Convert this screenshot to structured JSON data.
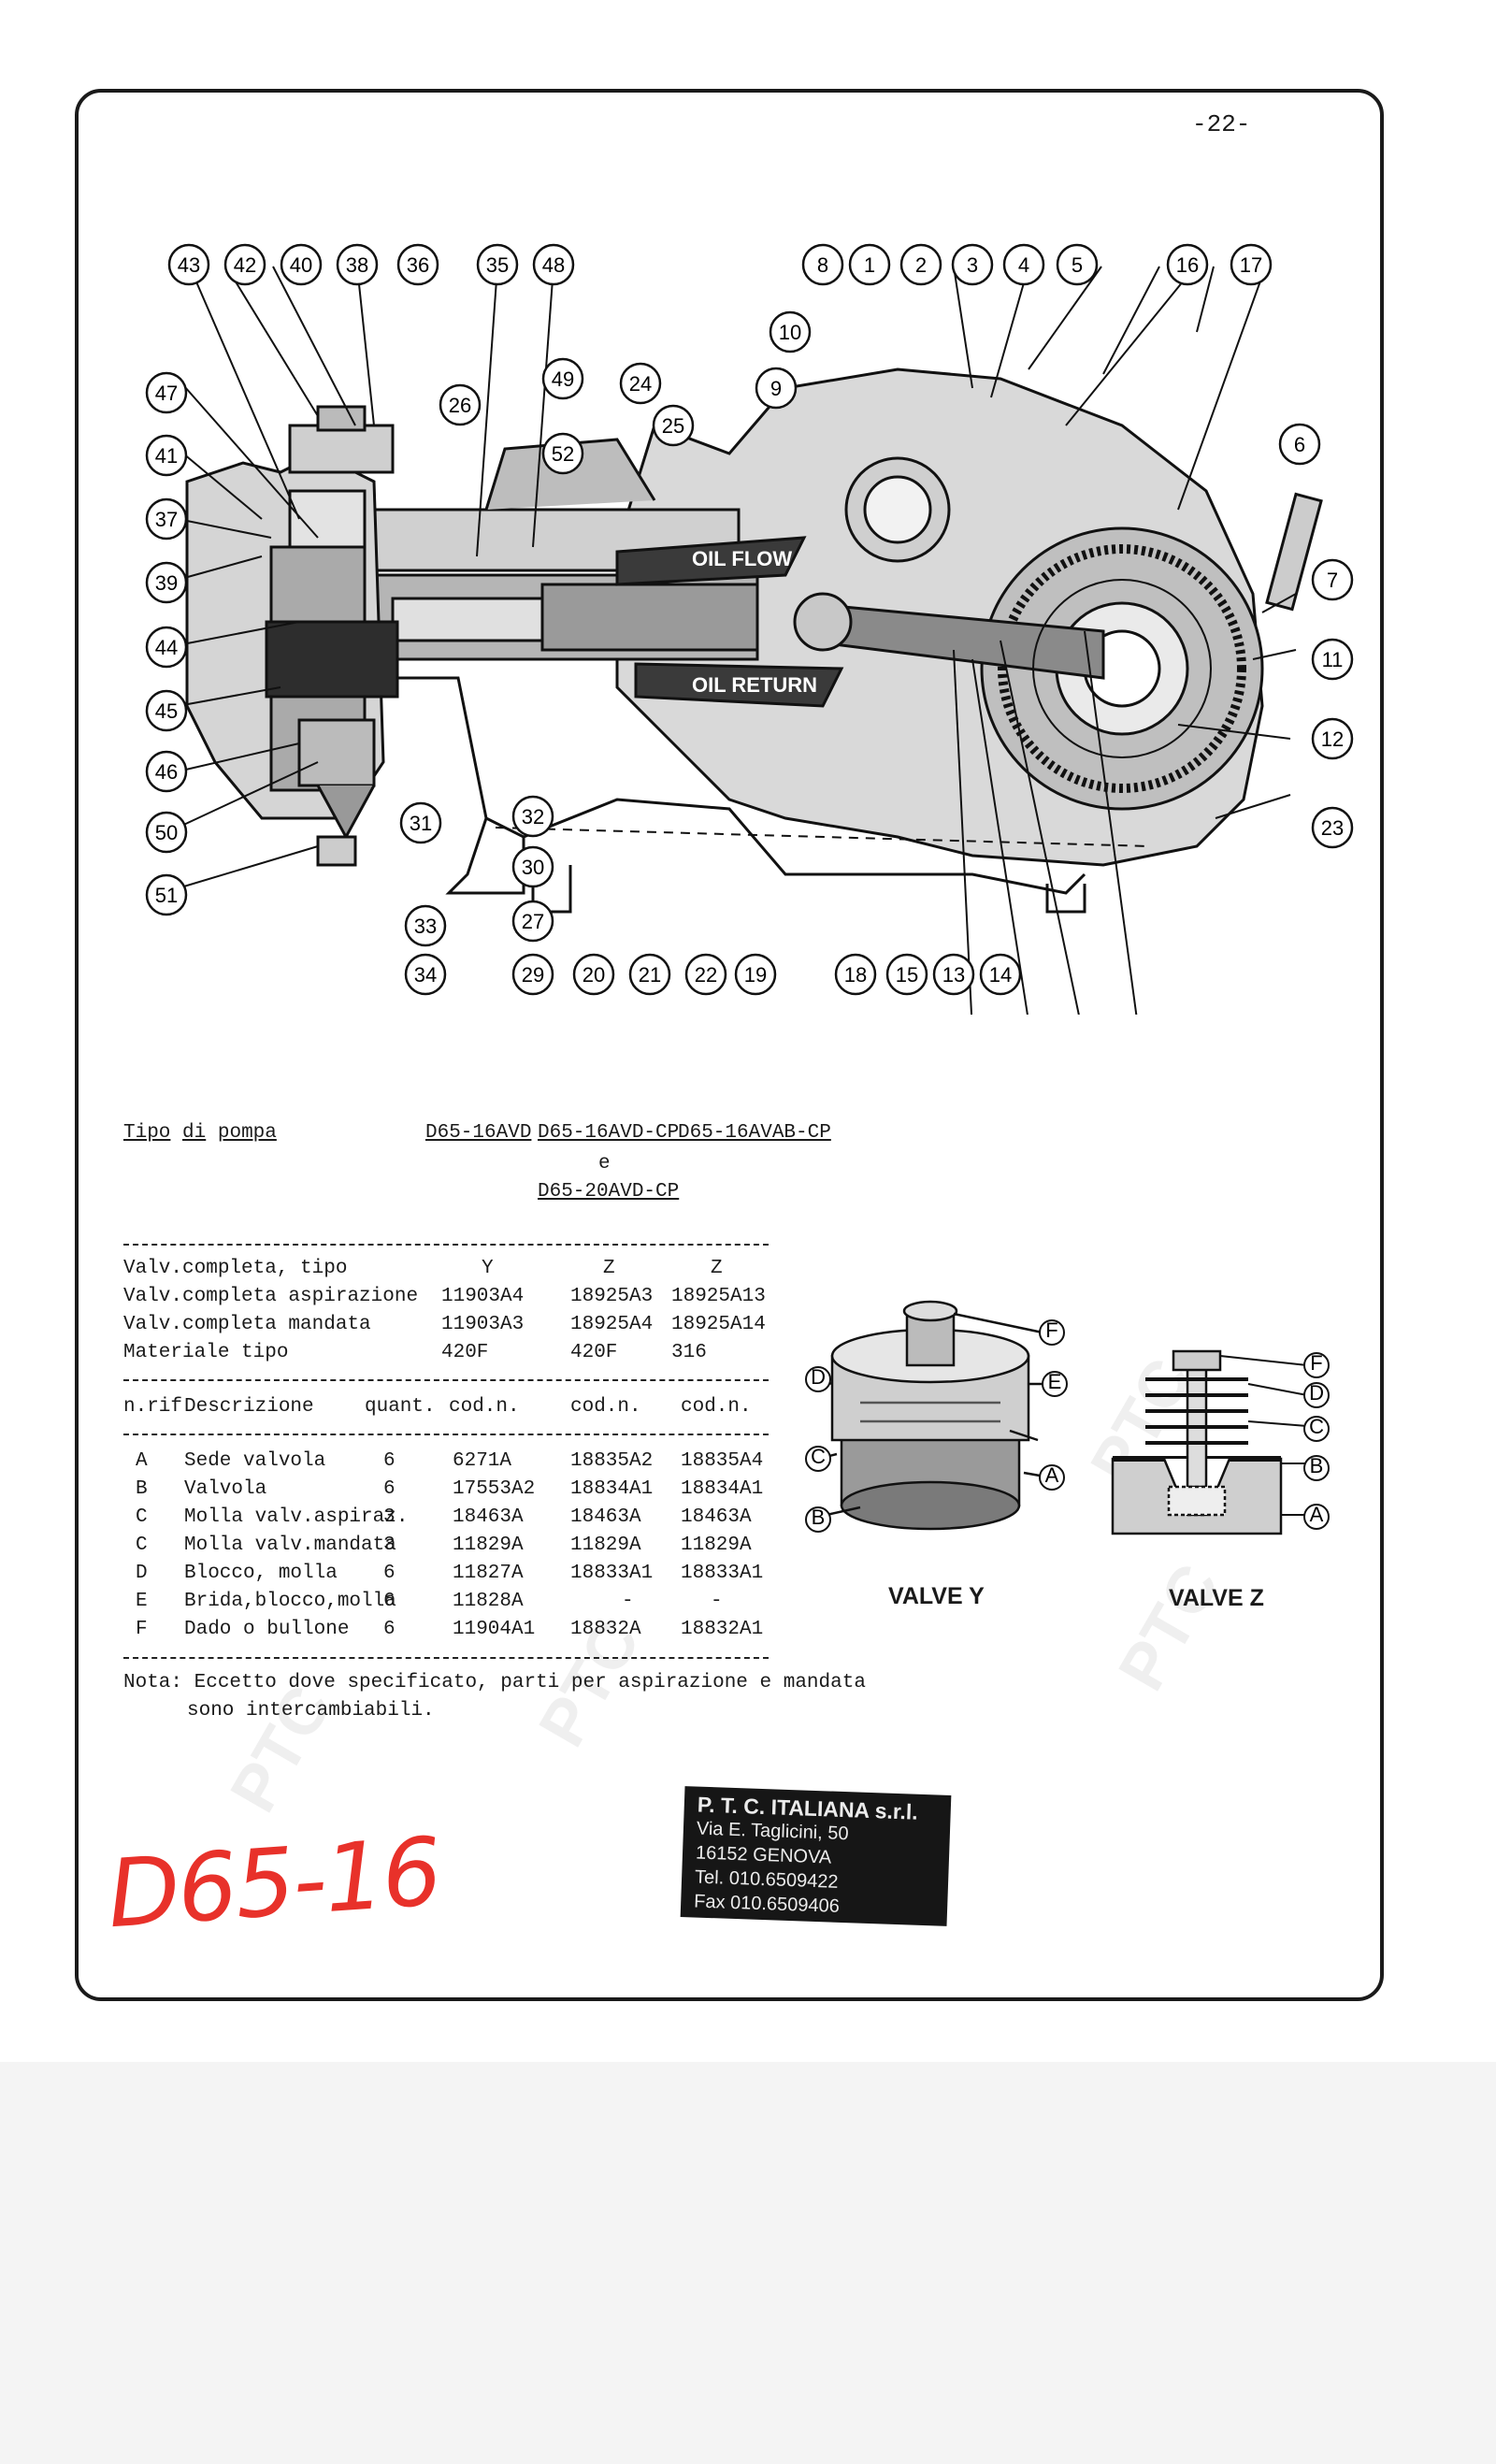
{
  "page_number": "-22-",
  "diagram": {
    "callouts": [
      "43",
      "42",
      "40",
      "38",
      "36",
      "35",
      "48",
      "49",
      "24",
      "26",
      "47",
      "41",
      "37",
      "39",
      "44",
      "45",
      "46",
      "50",
      "51",
      "52",
      "25",
      "8",
      "1",
      "2",
      "3",
      "4",
      "5",
      "10",
      "9",
      "16",
      "17",
      "6",
      "7",
      "11",
      "12",
      "23",
      "31",
      "32",
      "30",
      "27",
      "33",
      "34",
      "29",
      "20",
      "21",
      "22",
      "19",
      "18",
      "15",
      "13",
      "14"
    ],
    "flow_labels": [
      "OIL FLOW",
      "OIL RETURN"
    ]
  },
  "spec_table": {
    "pump_type_label": "Tipo di pompa",
    "pump_type_label_parts": [
      "Tipo",
      "di",
      "pompa"
    ],
    "col1": "D65-16AVD",
    "col2": "D65-16AVD-CP",
    "col2_join": "e",
    "col2_alt": "D65-20AVD-CP",
    "col3": "D65-16AVAB-CP",
    "rows": [
      {
        "label": "Valv.completa, tipo",
        "v1": "Y",
        "v2": "Z",
        "v3": "Z"
      },
      {
        "label": "Valv.completa aspirazione",
        "v1": "11903A4",
        "v2": "18925A3",
        "v3": "18925A13"
      },
      {
        "label": "Valv.completa mandata",
        "v1": "11903A3",
        "v2": "18925A4",
        "v3": "18925A14"
      },
      {
        "label": "Materiale tipo",
        "v1": "420F",
        "v2": "420F",
        "v3": "316"
      }
    ]
  },
  "parts_table": {
    "headers": {
      "ref": "n.rif",
      "desc": "Descrizione",
      "qty": "quant.",
      "c1": "cod.n.",
      "c2": "cod.n.",
      "c3": "cod.n."
    },
    "rows": [
      {
        "ref": "A",
        "desc": "Sede valvola",
        "qty": "6",
        "c1": "6271A",
        "c2": "18835A2",
        "c3": "18835A4"
      },
      {
        "ref": "B",
        "desc": "Valvola",
        "qty": "6",
        "c1": "17553A2",
        "c2": "18834A1",
        "c3": "18834A1"
      },
      {
        "ref": "C",
        "desc": "Molla valv.aspiraz.",
        "qty": "3",
        "c1": "18463A",
        "c2": "18463A",
        "c3": "18463A"
      },
      {
        "ref": "C",
        "desc": "Molla valv.mandata",
        "qty": "3",
        "c1": "11829A",
        "c2": "11829A",
        "c3": "11829A"
      },
      {
        "ref": "D",
        "desc": "Blocco, molla",
        "qty": "6",
        "c1": "11827A",
        "c2": "18833A1",
        "c3": "18833A1"
      },
      {
        "ref": "E",
        "desc": "Brida,blocco,molla",
        "qty": "6",
        "c1": "11828A",
        "c2": "-",
        "c3": "-"
      },
      {
        "ref": "F",
        "desc": "Dado o bullone",
        "qty": "6",
        "c1": "11904A1",
        "c2": "18832A",
        "c3": "18832A1"
      }
    ]
  },
  "note": {
    "line1": "Nota: Eccetto dove specificato, parti per aspirazione e mandata",
    "line2": "sono intercambiabili."
  },
  "valves": {
    "y_label": "VALVE Y",
    "z_label": "VALVE Z",
    "y_callouts": [
      "F",
      "D",
      "E",
      "C",
      "A",
      "B"
    ],
    "z_callouts": [
      "F",
      "D",
      "C",
      "B",
      "A"
    ]
  },
  "stamp": {
    "line1": "P. T. C. ITALIANA s.r.l.",
    "line2": "Via E. Taglicini, 50",
    "line3": "16152  GENOVA",
    "line4": "Tel. 010.6509422",
    "line5": "Fax 010.6509406"
  },
  "handwritten_note": "D65-16",
  "watermark": "PTC"
}
